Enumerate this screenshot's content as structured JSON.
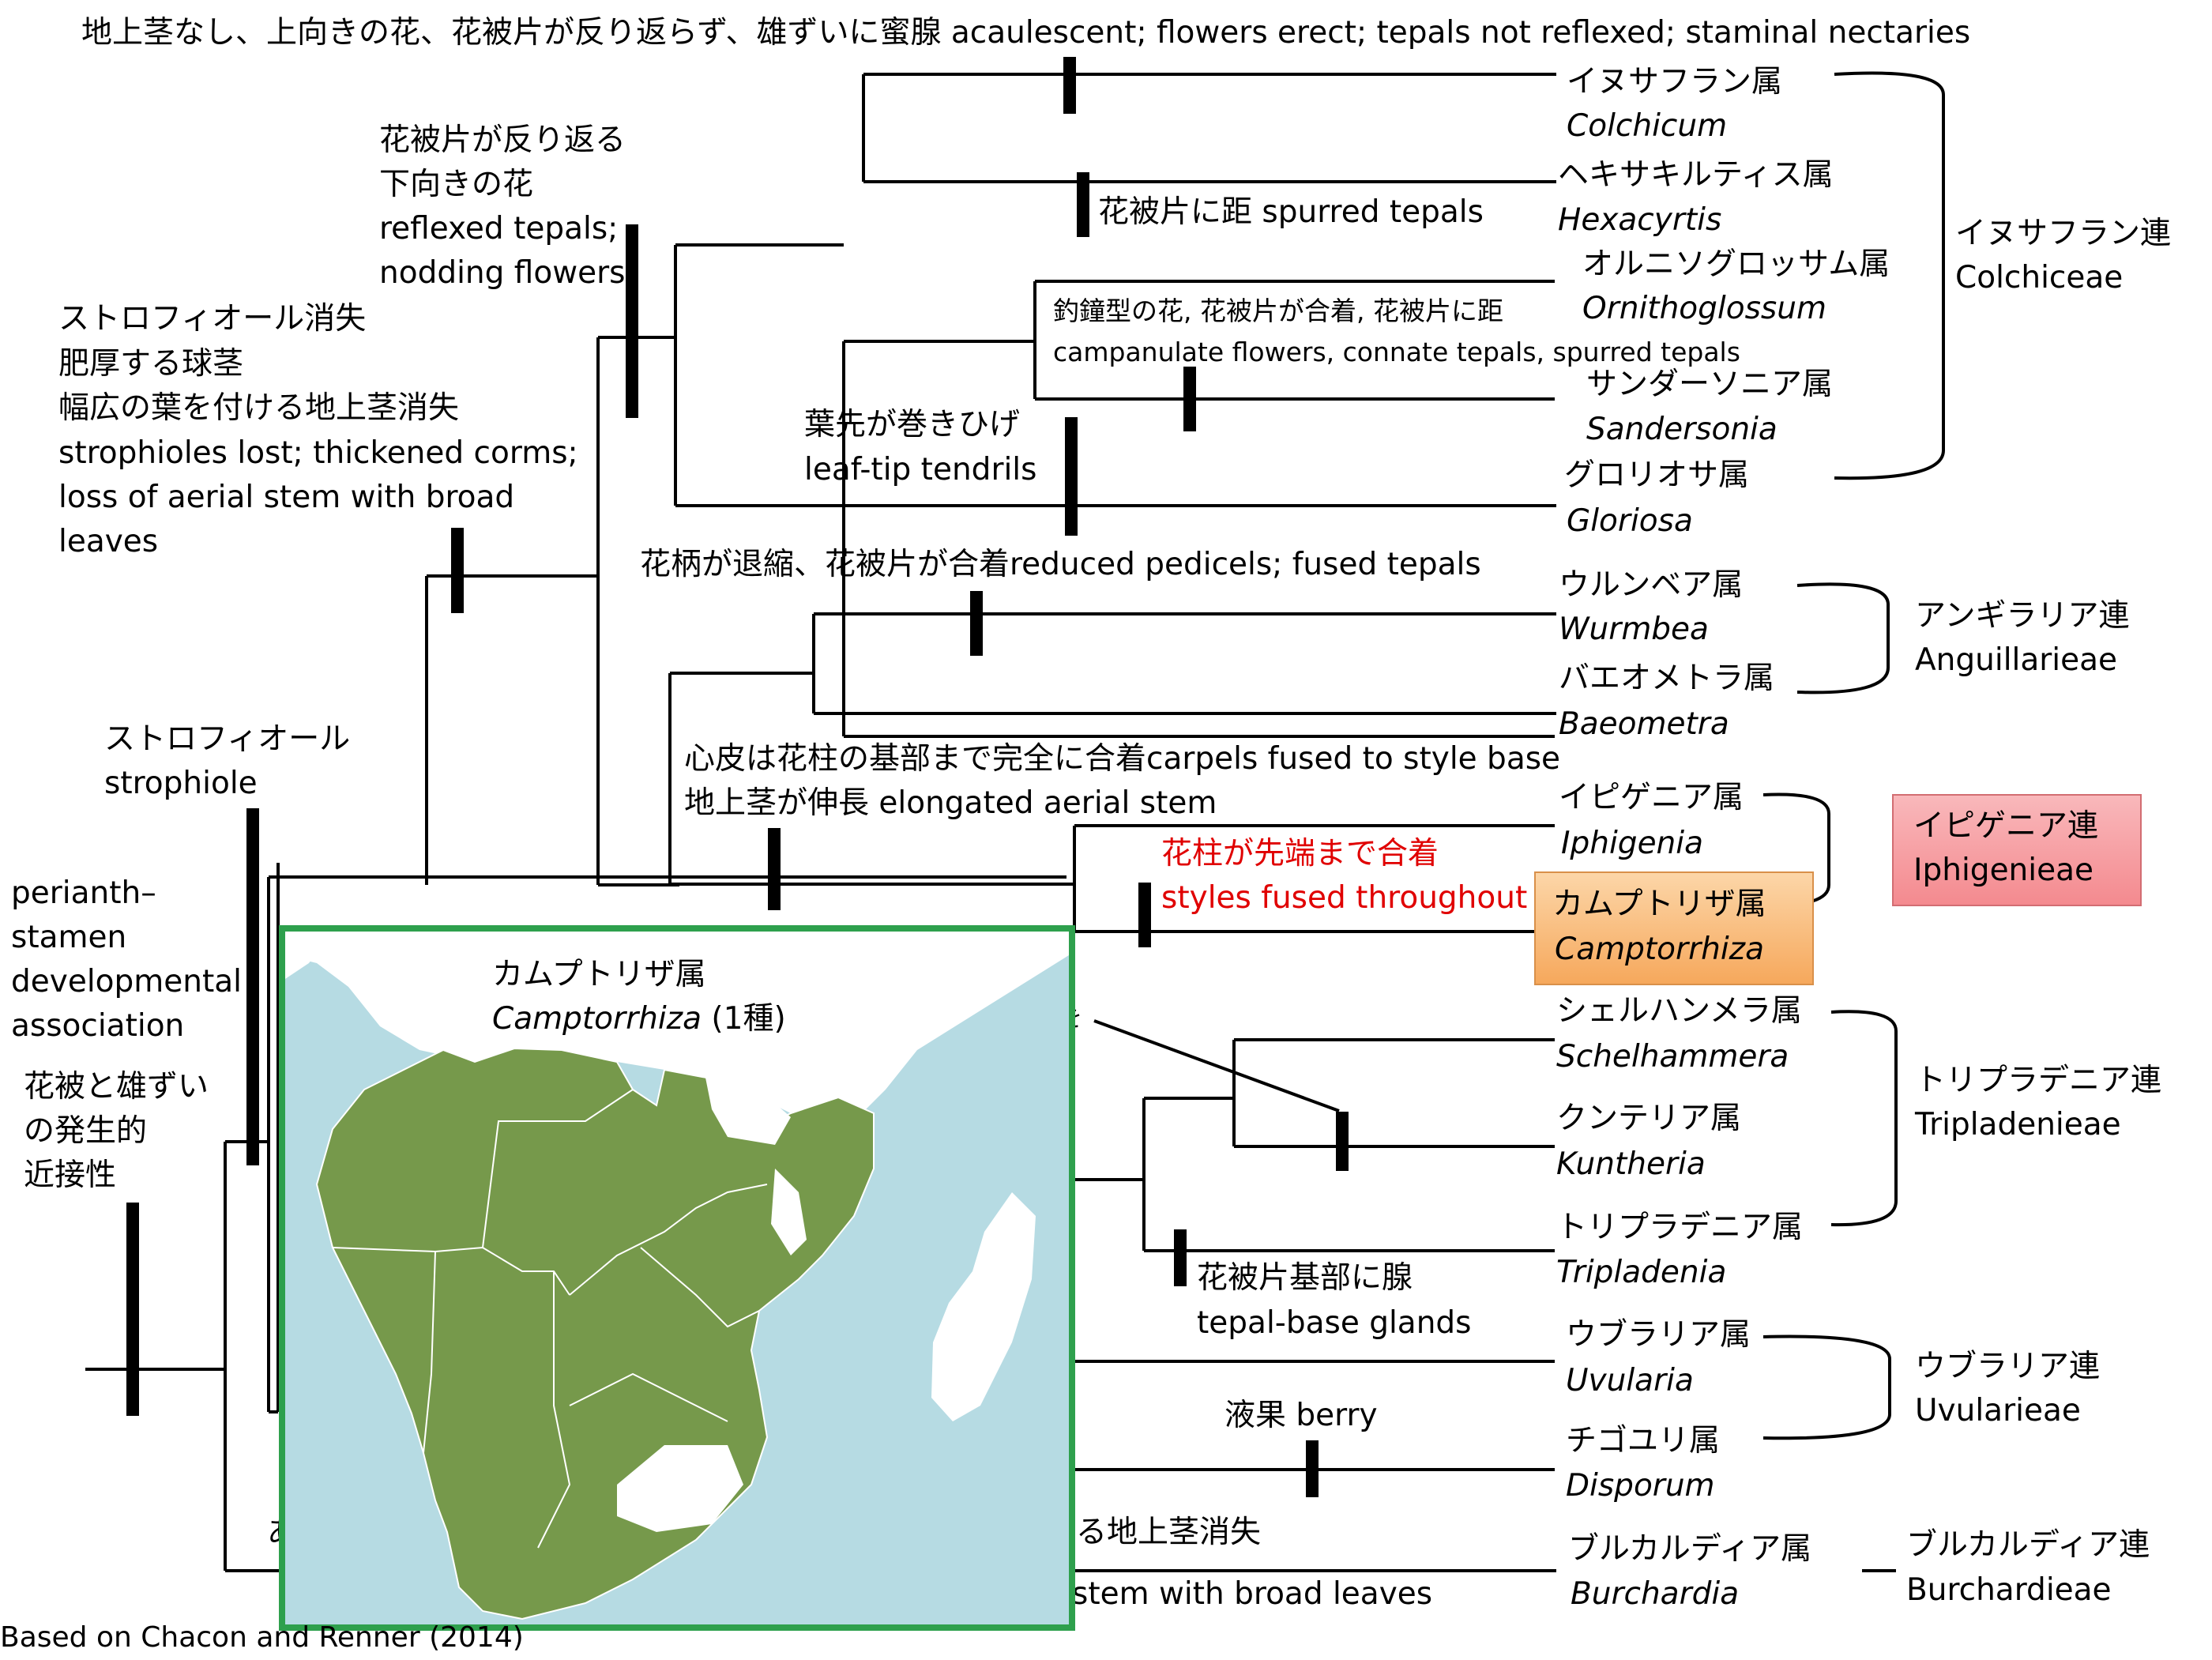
{
  "header": {
    "top_trait": "地上茎なし、上向きの花、花被片が反り返らず、雄ずいに蜜腺 acaulescent; flowers erect; tepals not reflexed; staminal nectaries"
  },
  "taxa": [
    {
      "jp": "イヌサフラン属",
      "latin": "Colchicum"
    },
    {
      "jp": "ヘキサキルティス属",
      "latin": "Hexacyrtis"
    },
    {
      "jp": "オルニソグロッサム属",
      "latin": "Ornithoglossum"
    },
    {
      "jp": "サンダーソニア属",
      "latin": "Sandersonia"
    },
    {
      "jp": "グロリオサ属",
      "latin": "Gloriosa"
    },
    {
      "jp": "ウルンベア属",
      "latin": "Wurmbea"
    },
    {
      "jp": "バエオメトラ属",
      "latin": "Baeometra"
    },
    {
      "jp": "イピゲニア属",
      "latin": "Iphigenia"
    },
    {
      "jp": "カムプトリザ属",
      "latin": "Camptorrhiza"
    },
    {
      "jp": "シェルハンメラ属",
      "latin": "Schelhammera"
    },
    {
      "jp": "クンテリア属",
      "latin": "Kuntheria"
    },
    {
      "jp": "トリプラデニア属",
      "latin": "Tripladenia"
    },
    {
      "jp": "ウブラリア属",
      "latin": "Uvularia"
    },
    {
      "jp": "チゴユリ属",
      "latin": "Disporum"
    },
    {
      "jp": "ブルカルディア属",
      "latin": "Burchardia"
    }
  ],
  "tribes": [
    {
      "jp": "イヌサフラン連",
      "latin": "Colchiceae"
    },
    {
      "jp": "アンギラリア連",
      "latin": "Anguillarieae"
    },
    {
      "jp": "イピゲニア連",
      "latin": "Iphigenieae"
    },
    {
      "jp": "トリプラデニア連",
      "latin": "Tripladenieae"
    },
    {
      "jp": "ウブラリア連",
      "latin": "Uvularieae"
    },
    {
      "jp": "ブルカルディア連",
      "latin": "Burchardieae"
    }
  ],
  "traits": {
    "reflexed": {
      "jp1": "花被片が反り返る",
      "jp2": "下向きの花",
      "en1": "reflexed tepals;",
      "en2": "nodding flowers"
    },
    "strophioles_lost": {
      "jp1": "ストロフィオール消失",
      "jp2": "肥厚する球茎",
      "jp3": "幅広の葉を付ける地上茎消失",
      "en1": "strophioles lost; thickened corms;",
      "en2": "loss of aerial stem with broad",
      "en3": "leaves"
    },
    "spurred": "花被片に距 spurred tepals",
    "campanulate": {
      "jp": "釣鐘型の花, 花被片が合着, 花被片に距",
      "en": "campanulate flowers, connate tepals, spurred tepals"
    },
    "tendrils": {
      "jp": "葉先が巻きひげ",
      "en": "leaf-tip tendrils"
    },
    "pedicels": "花柄が退縮、花被片が合着reduced pedicels; fused tepals",
    "carpels": {
      "line1": "心皮は花柱の基部まで完全に合着carpels fused to style base",
      "line2": "地上茎が伸長 elongated aerial stem"
    },
    "styles": {
      "jp": "花柱が先端まで合着",
      "en": "styles fused throughout"
    },
    "strophiole": {
      "jp": "ストロフィオール",
      "en": "strophiole"
    },
    "perianth": {
      "en1": "perianth–",
      "en2": "stamen",
      "en3": "developmental",
      "en4": "association",
      "jp1": "花被と雄ずい",
      "jp2": "の発生的",
      "jp3": "近接性"
    },
    "tepal_glands": {
      "jp": "花被片基部に腺",
      "en": "tepal-base glands"
    },
    "berry": "液果 berry",
    "stem_loss": {
      "jp_tail": "る地上茎消失",
      "en_tail": "stem with broad leaves",
      "lead_char": "あ"
    },
    "fragment": "を"
  },
  "inset_map": {
    "title_jp": "カムプトリザ属",
    "title_latin": "Camptorrhiza",
    "title_count": " (1種)",
    "land_color": "#ffffff",
    "range_color": "#76994b",
    "sea_color": "#b6dbe3",
    "frame_color": "#2ea04d"
  },
  "footer": {
    "citation": "Based on Chacon and Renner (2014)"
  },
  "colors": {
    "iphigenieae_box": "#f7a3a7",
    "camptorrhiza_box": "#f9be80",
    "highlight_text": "#e00000"
  }
}
